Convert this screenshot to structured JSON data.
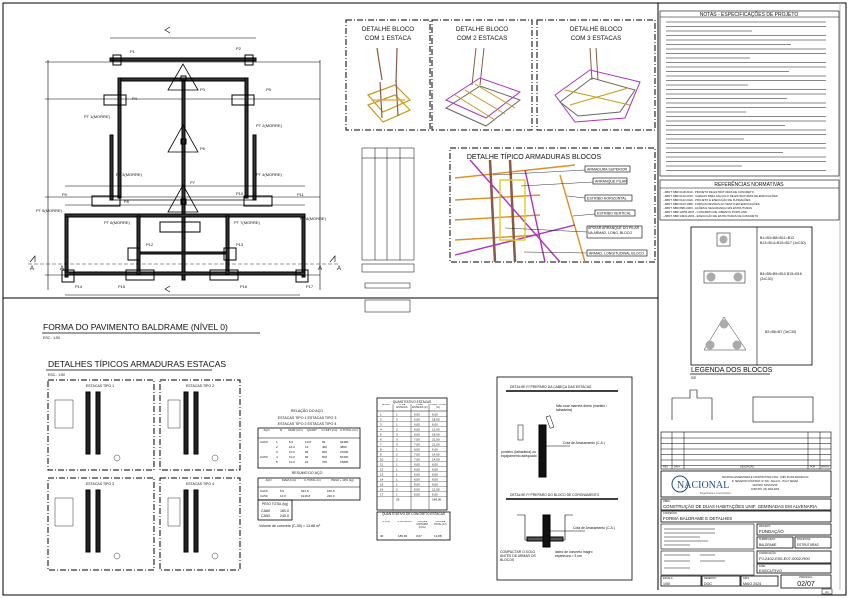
{
  "floor_plan": {
    "title": "FORMA DO PAVIMENTO BALDRAME (NÍVEL 0)",
    "scale": "ESC.: 1:50",
    "section_marks": [
      "A",
      "A",
      "A",
      "A"
    ],
    "pillar_labels": [
      "P1",
      "P2",
      "P3",
      "P4",
      "P5",
      "P6",
      "P7",
      "P8",
      "P9",
      "P10",
      "P11",
      "P12",
      "P13",
      "P14",
      "P15",
      "P16",
      "P17"
    ],
    "pt_labels": [
      "PT 1(MORRE)",
      "PT 2(MORRE)",
      "PT 3(MORRE)",
      "PT 4(MORRE)",
      "PT 5(MORRE)",
      "PT 6(MORRE)",
      "PT 7(MORRE)",
      "PT 8(MORRE)"
    ]
  },
  "block_details": [
    {
      "title_line1": "DETALHE BLOCO",
      "title_line2": "COM 1 ESTACA"
    },
    {
      "title_line1": "DETALHE BLOCO",
      "title_line2": "COM 2  ESTACAS"
    },
    {
      "title_line1": "DETALHE BLOCO",
      "title_line2": "COM 3  ESTACAS"
    }
  ],
  "armadura_detail": {
    "title": "DETALHE TÍPICO ARMADURAS BLOCOS",
    "callouts": [
      "ARMADURA SUPERIOR",
      "ARRANQUE PILAR",
      "ESTRIBO HORIZONTAL",
      "ESTRIBO VERTICAL",
      "APOIAR ARRANQUE DO PILAR NA ARMAD. LONG. BLOCO",
      "ARMAD. LONGITUDINAL BLOCO"
    ]
  },
  "estacas": {
    "title": "DETALHES TÍPICOS  ARMADURAS ESTACAS",
    "scale": "ESC.: 1:50",
    "boxes": [
      "ESTACAS TIPO 1",
      "ESTACAS TIPO 2",
      "ESTACAS TIPO 3",
      "ESTACAS TIPO 4"
    ]
  },
  "steel_relation": {
    "title": "RELAÇÃO DO AÇO",
    "subtitle1": "ESTACAS TIPO 1   ESTACAS TIPO 3",
    "subtitle2": "ESTACAS TIPO 2   ESTACAS TIPO 4",
    "headers": [
      "AÇO",
      "N",
      "DIAM (mm)",
      "QUANT",
      "C.UNIT (cm)",
      "C.TOTAL (cm)"
    ],
    "rows": [
      [
        "CA60",
        "1",
        "5.0",
        "1137",
        "83",
        "94380"
      ],
      [
        "",
        "2",
        "10.0",
        "12",
        "400",
        "4800"
      ],
      [
        "",
        "3",
        "10.0",
        "84",
        "600",
        "27000"
      ],
      [
        "CA50",
        "4",
        "10.0",
        "84",
        "600",
        "50400"
      ],
      [
        "",
        "5",
        "10.0",
        "24",
        "700",
        "16800"
      ]
    ]
  },
  "steel_summary": {
    "title": "RESUMO DO AÇO",
    "headers": [
      "AÇO",
      "DIAM (mm)",
      "C.TOTAL (m)",
      "PESO + 10% (kg)"
    ],
    "rows": [
      [
        "CA60",
        "5.0",
        "943.8",
        "160.0"
      ],
      [
        "CA50",
        "10.0",
        "1916.8",
        "240.0"
      ]
    ],
    "total_label": "PESO TOTAL (kg)",
    "total_rows": [
      [
        "CA60",
        "160.0"
      ],
      [
        "CA50",
        "240.0"
      ]
    ],
    "concrete_volume": "Volume de concreto (C-30) = 13.88 m³"
  },
  "pile_quantities": {
    "title": "QUANTITATIVO ESTACAS",
    "headers": [
      "BLOCO",
      "Nº DE ESTACAS",
      "PROF. ESTACAS (m)",
      "COMP. TOTAL (m)"
    ],
    "rows": [
      [
        "1",
        "1",
        "6,00",
        "6,00"
      ],
      [
        "2",
        "3",
        "6,00",
        "18,00"
      ],
      [
        "3",
        "1",
        "6,00",
        "6,00"
      ],
      [
        "4",
        "2",
        "6,00",
        "12,00"
      ],
      [
        "5",
        "3",
        "6,00",
        "18,00"
      ],
      [
        "6",
        "3",
        "7,00",
        "21,00"
      ],
      [
        "7",
        "3",
        "7,00",
        "21,00"
      ],
      [
        "8",
        "1",
        "6,00",
        "6,00"
      ],
      [
        "9",
        "2",
        "7,00",
        "14,00"
      ],
      [
        "10",
        "2",
        "7,00",
        "14,00"
      ],
      [
        "11",
        "1",
        "6,00",
        "6,00"
      ],
      [
        "12",
        "1",
        "6,00",
        "6,00"
      ],
      [
        "13",
        "1",
        "6,00",
        "6,00"
      ],
      [
        "14",
        "1",
        "6,00",
        "6,00"
      ],
      [
        "15",
        "1",
        "6,00",
        "6,00"
      ],
      [
        "16",
        "2",
        "6,00",
        "12,00"
      ],
      [
        "17",
        "1",
        "6,00",
        "6,00"
      ]
    ],
    "total": [
      "",
      "29",
      "",
      "189,00"
    ]
  },
  "concrete_quantities": {
    "title": "QUANTITATIVO DE CONCRETO ESTACAS",
    "headers": [
      "Ø (cm)",
      "Nº ESTACAS",
      "VOLUME UNITÁRIO (m³/m)",
      "VOLUME TOTAL (m³)"
    ],
    "row": [
      "30",
      "189,00",
      "0,07",
      "13,88"
    ]
  },
  "prep_details": {
    "title1": "DETALHE P/ PREPARO DA CABEÇA DAS ESTACAS",
    "note1": "Não usar marreta direto (martelo / talhadeira)",
    "note2": "Cota de Arrasamento (C.A.)",
    "note3": "ponteiro (talhadeira) ou equipamento adequado",
    "title2": "DETALHE P/ PREPARO DO BLOCO DE CORONAMENTO",
    "note4": "Cota de Arrasamento (C.A.)",
    "note5": "COMPACTAR O SOLO ANTES DE ARMAR OS BLOCOS",
    "note6": "lastro de concreto magro espessura = 5 cm"
  },
  "notes": {
    "title": "NOTAS - ESPECIFICAÇÕES DE PROJETO",
    "references_title": "REFERÊNCIAS NORMATIVAS",
    "references": [
      "- ABNT NBR 6118:2014 - PROJETO DE ESTRUTURAS DE CONCRETO",
      "- ABNT NBR 6120:2019 - CARGAS PARA CÁLCULO DE ESTRUTURAS DE EDIFICAÇÕES",
      "- ABNT NBR 6122:2019 - PROJETO E EXECUÇÃO DE FUNDAÇÕES",
      "- ABNT NBR 6123:1988 - FORÇAS DEVIDAS AO VENTO EM EDIFICAÇÕES",
      "- ABNT NBR 8681:2003 - AÇÕES E SEGURANÇA NAS ESTRUTURAS",
      "- ABNT NBR 12655:2015 - CONCRETO DE CIMENTO PORTLAND",
      "- ABNT NBR 14931:2004 - EXECUÇÃO DE ESTRUTURAS DE CONCRETO"
    ]
  },
  "block_legend": {
    "title": "LEGENDA DOS BLOCOS",
    "scale": "S/E",
    "rows": [
      "B1=B3=B8=B11=B12 B13=B14=B15=B17 (1xC30)",
      "B4=B5=B9=B10 B15=B16 (2xC30)",
      "B2=B6=B7 (3xC30)"
    ]
  },
  "title_block": {
    "company": "NACIONAL",
    "company_sub": "Engenharia e Construções",
    "company_info": [
      "NACIONAL ENGENHARIA E CONSTRUTORA LTDA - CNPJ 00.000.000/0001-00",
      "R. SENADOR CONSTANT, Nº 000 - SALA 01 - ITA-Nº SENAD",
      "CENTRO, SANTOS/SP",
      "CONTATO (13) 0000-0000"
    ],
    "obra_label": "OBRA:",
    "obra": "CONSTRUÇÃO DE DUAS HABITAÇÕES UNIF. GEMINADAS EM ALVENARIA",
    "conteudo_label": "CONTEÚDO:",
    "conteudo": "FORMA BALDRAME E DETALHES",
    "projeto_label": "PROJETO:",
    "projeto": "FUNDAÇÃO",
    "subprojeto_label": "SUBPROJETO:",
    "subprojeto": "BALDRAME",
    "disciplina_label": "DISCIPLINA:",
    "disciplina": "ESTRUTURAS",
    "codificacao_label": "CODIFICAÇÃO:",
    "codificacao": "PJ-2402-E00-E07-0002-R00",
    "fase_label": "FASE:",
    "fase": "EXECUTIVO",
    "escala_label": "ESCALA:",
    "escala": "1/50",
    "desenho_label": "DESENHO:",
    "desenho": "DOC",
    "data_label": "DATA:",
    "data": "MAIO 2024",
    "prancha_label": "PRANCHA:",
    "prancha": "02/07",
    "sheet_size": "A1",
    "rev_header": [
      "REV.",
      "DATA",
      "DESCRIÇÃO",
      "POR",
      "APROV."
    ]
  }
}
